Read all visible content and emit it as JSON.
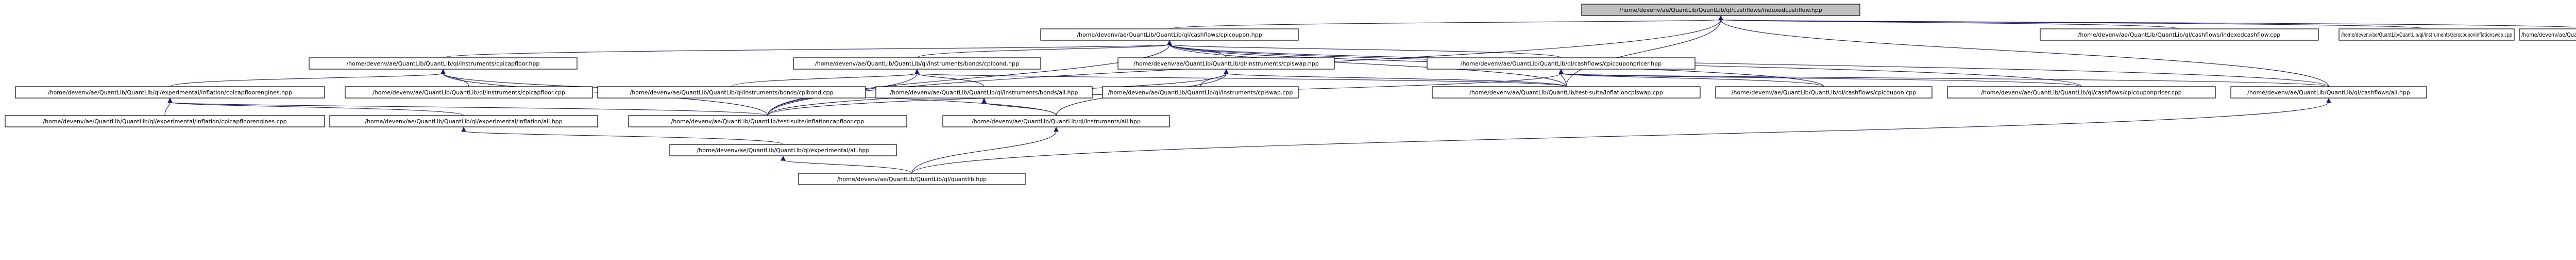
{
  "diagram": {
    "nodes": [
      {
        "id": "indexedcashflow",
        "label": "/home/devenv/ae/QuantLib/QuantLib/ql/cashflows/indexedcashflow.hpp",
        "root": true
      },
      {
        "id": "cpicoupon",
        "label": "/home/devenv/ae/QuantLib/QuantLib/ql/cashflows/cpicoupon.hpp"
      },
      {
        "id": "indexedcashflow_cpp",
        "label": "/home/devenv/ae/QuantLib/QuantLib/ql/cashflows/indexedcashflow.cpp"
      },
      {
        "id": "zerocoupon_cpp",
        "label": "/home/devenv/ae/QuantLib/QuantLib/ql/instruments/zerocouponinflationswap.cpp"
      },
      {
        "id": "ts_inflation_cpp",
        "label": "/home/devenv/ae/QuantLib/QuantLib/test-suite/inflation.cpp"
      },
      {
        "id": "cpicapfloor_hpp",
        "label": "/home/devenv/ae/QuantLib/QuantLib/ql/instruments/cpicapfloor.hpp"
      },
      {
        "id": "cpibond_hpp",
        "label": "/home/devenv/ae/QuantLib/QuantLib/ql/instruments/bonds/cpibond.hpp"
      },
      {
        "id": "cpiswap_hpp",
        "label": "/home/devenv/ae/QuantLib/QuantLib/ql/instruments/cpiswap.hpp"
      },
      {
        "id": "cpicouponpricer_hpp",
        "label": "/home/devenv/ae/QuantLib/QuantLib/ql/cashflows/cpicouponpricer.hpp"
      },
      {
        "id": "cpicapfloorengines_hpp",
        "label": "/home/devenv/ae/QuantLib/QuantLib/ql/experimental/inflation/cpicapfloorengines.hpp"
      },
      {
        "id": "cpicapfloor_cpp",
        "label": "/home/devenv/ae/QuantLib/QuantLib/ql/instruments/cpicapfloor.cpp"
      },
      {
        "id": "cpibond_cpp",
        "label": "/home/devenv/ae/QuantLib/QuantLib/ql/instruments/bonds/cpibond.cpp"
      },
      {
        "id": "bonds_all",
        "label": "/home/devenv/ae/QuantLib/QuantLib/ql/instruments/bonds/all.hpp"
      },
      {
        "id": "cpiswap_cpp",
        "label": "/home/devenv/ae/QuantLib/QuantLib/ql/instruments/cpiswap.cpp"
      },
      {
        "id": "ts_inflationcpiswap",
        "label": "/home/devenv/ae/QuantLib/QuantLib/test-suite/inflationcpiswap.cpp"
      },
      {
        "id": "cpicoupon_cpp",
        "label": "/home/devenv/ae/QuantLib/QuantLib/ql/cashflows/cpicoupon.cpp"
      },
      {
        "id": "cpicouponpricer_cpp",
        "label": "/home/devenv/ae/QuantLib/QuantLib/ql/cashflows/cpicouponpricer.cpp"
      },
      {
        "id": "cashflows_all",
        "label": "/home/devenv/ae/QuantLib/QuantLib/ql/cashflows/all.hpp"
      },
      {
        "id": "cpicapfloorengines_cpp",
        "label": "/home/devenv/ae/QuantLib/QuantLib/ql/experimental/inflation/cpicapfloorengines.cpp"
      },
      {
        "id": "exp_inflation_all",
        "label": "/home/devenv/ae/QuantLib/QuantLib/ql/experimental/inflation/all.hpp"
      },
      {
        "id": "ts_inflationcapfloor",
        "label": "/home/devenv/ae/QuantLib/QuantLib/test-suite/inflationcapfloor.cpp"
      },
      {
        "id": "instruments_all",
        "label": "/home/devenv/ae/QuantLib/QuantLib/ql/instruments/all.hpp"
      },
      {
        "id": "exp_all",
        "label": "/home/devenv/ae/QuantLib/QuantLib/ql/experimental/all.hpp"
      },
      {
        "id": "quantlib",
        "label": "/home/devenv/ae/QuantLib/QuantLib/ql/quantlib.hpp"
      }
    ],
    "edges": [
      [
        "indexedcashflow",
        "cpicoupon"
      ],
      [
        "indexedcashflow",
        "indexedcashflow_cpp"
      ],
      [
        "indexedcashflow",
        "zerocoupon_cpp"
      ],
      [
        "indexedcashflow",
        "ts_inflation_cpp"
      ],
      [
        "indexedcashflow",
        "cashflows_all"
      ],
      [
        "indexedcashflow",
        "ts_inflationcpiswap"
      ],
      [
        "indexedcashflow",
        "ts_inflationcapfloor"
      ],
      [
        "cpicoupon",
        "cpicapfloor_hpp"
      ],
      [
        "cpicoupon",
        "cpibond_hpp"
      ],
      [
        "cpicoupon",
        "cpiswap_hpp"
      ],
      [
        "cpicoupon",
        "cpicouponpricer_hpp"
      ],
      [
        "cpicoupon",
        "cpicoupon_cpp"
      ],
      [
        "cpicoupon",
        "cpicouponpricer_cpp"
      ],
      [
        "cpicoupon",
        "cashflows_all"
      ],
      [
        "cpicoupon",
        "ts_inflationcpiswap"
      ],
      [
        "cpicoupon",
        "ts_inflationcapfloor"
      ],
      [
        "cpicapfloor_hpp",
        "cpicapfloorengines_hpp"
      ],
      [
        "cpicapfloor_hpp",
        "cpicapfloor_cpp"
      ],
      [
        "cpicapfloor_hpp",
        "instruments_all"
      ],
      [
        "cpicapfloor_hpp",
        "ts_inflationcapfloor"
      ],
      [
        "cpibond_hpp",
        "cpibond_cpp"
      ],
      [
        "cpibond_hpp",
        "bonds_all"
      ],
      [
        "cpibond_hpp",
        "ts_inflationcpiswap"
      ],
      [
        "cpibond_hpp",
        "ts_inflationcapfloor"
      ],
      [
        "cpiswap_hpp",
        "cpiswap_cpp"
      ],
      [
        "cpiswap_hpp",
        "ts_inflationcpiswap"
      ],
      [
        "cpiswap_hpp",
        "instruments_all"
      ],
      [
        "cpiswap_hpp",
        "ts_inflationcapfloor"
      ],
      [
        "cpicouponpricer_hpp",
        "cpicoupon_cpp"
      ],
      [
        "cpicouponpricer_hpp",
        "cpicouponpricer_cpp"
      ],
      [
        "cpicouponpricer_hpp",
        "cashflows_all"
      ],
      [
        "cpicouponpricer_hpp",
        "ts_inflationcpiswap"
      ],
      [
        "cpicouponpricer_hpp",
        "ts_inflationcapfloor"
      ],
      [
        "cpicapfloorengines_hpp",
        "cpicapfloorengines_cpp"
      ],
      [
        "cpicapfloorengines_hpp",
        "exp_inflation_all"
      ],
      [
        "cpicapfloorengines_hpp",
        "ts_inflationcapfloor"
      ],
      [
        "bonds_all",
        "instruments_all"
      ],
      [
        "exp_inflation_all",
        "exp_all"
      ],
      [
        "instruments_all",
        "quantlib"
      ],
      [
        "exp_all",
        "quantlib"
      ],
      [
        "cashflows_all",
        "quantlib"
      ]
    ]
  }
}
